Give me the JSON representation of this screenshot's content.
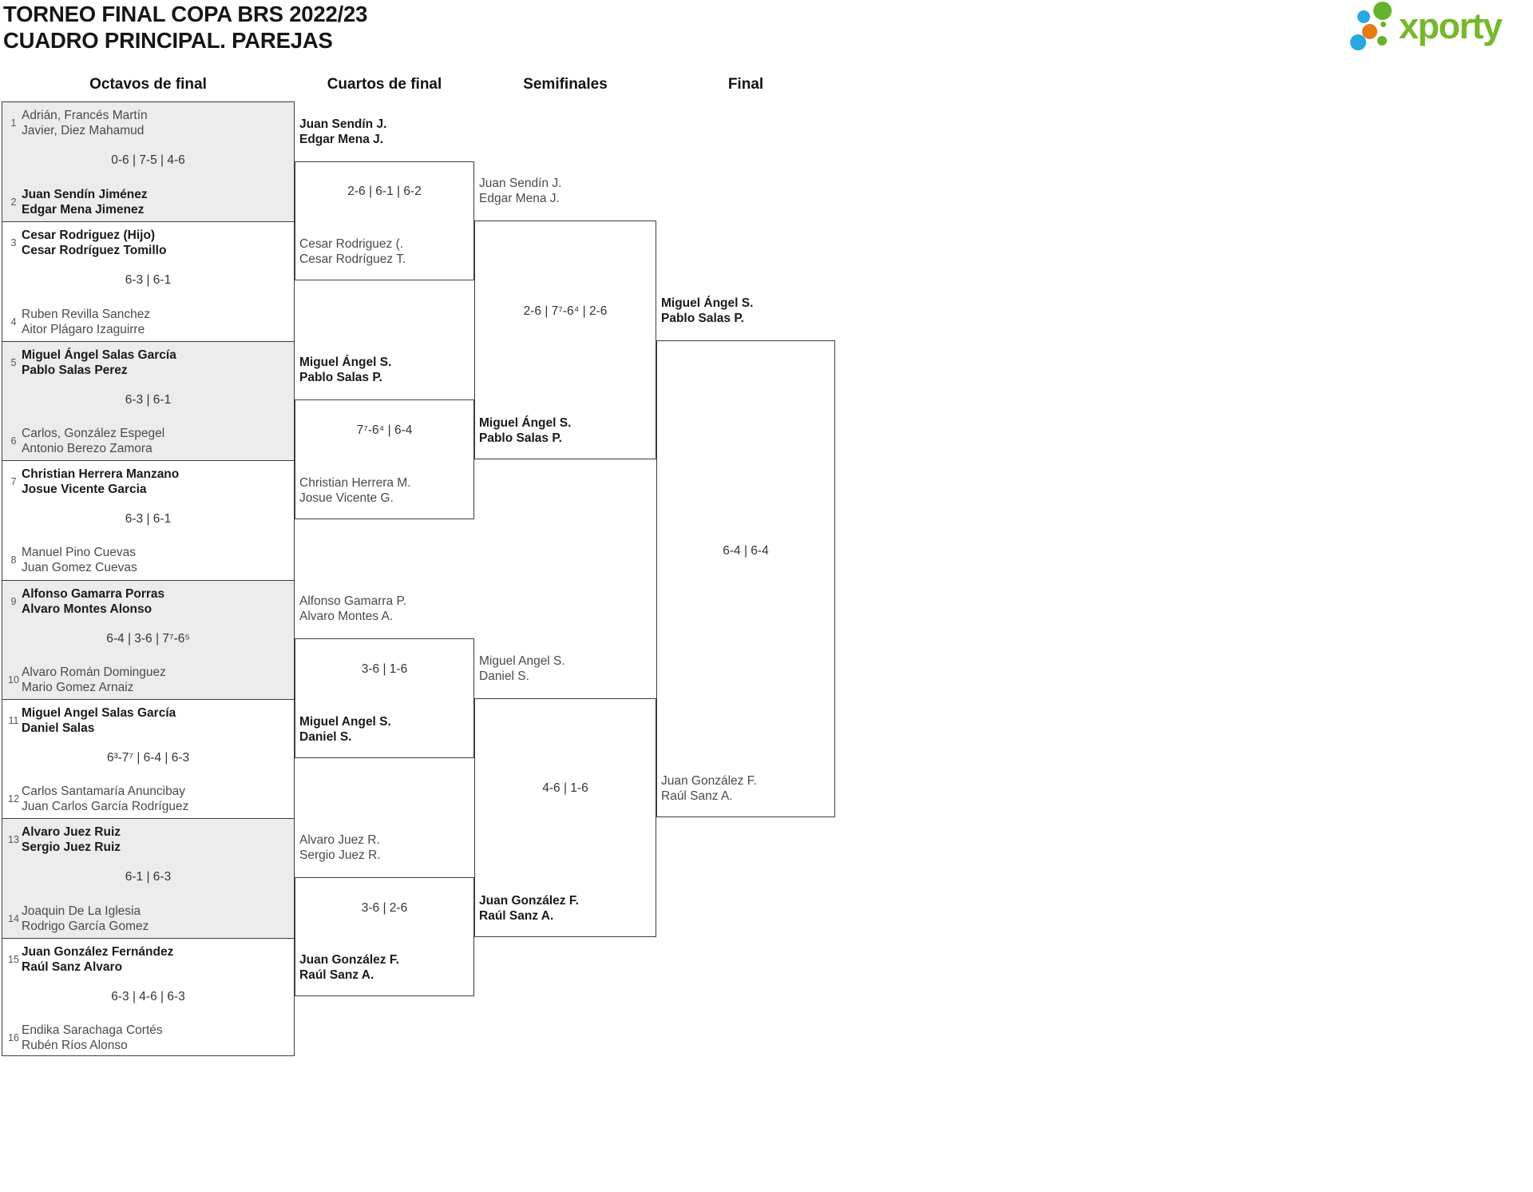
{
  "title": {
    "line1": "TORNEO FINAL COPA BRS 2022/23",
    "line2": "CUADRO PRINCIPAL. PAREJAS"
  },
  "logo": {
    "text": "xporty",
    "colors": {
      "green": "#64b32d",
      "text_green": "#76b82d",
      "blue": "#29a7e1",
      "orange": "#e87a10"
    }
  },
  "rounds": {
    "octavos": "Octavos de final",
    "cuartos": "Cuartos de final",
    "semifinales": "Semifinales",
    "final": "Final"
  },
  "octavos": [
    {
      "score": "0-6 | 7-5 | 4-6",
      "top": {
        "seed": "1",
        "names": "Adrián, Francés Martín\nJavier, Diez Mahamud",
        "winner": false
      },
      "bottom": {
        "seed": "2",
        "names": "Juan Sendín Jiménez\nEdgar Mena Jimenez",
        "winner": true
      }
    },
    {
      "score": "6-3 | 6-1",
      "top": {
        "seed": "3",
        "names": "Cesar Rodriguez (Hijo)\nCesar Rodríguez Tomillo",
        "winner": true
      },
      "bottom": {
        "seed": "4",
        "names": "Ruben Revilla Sanchez\nAitor Plágaro Izaguirre",
        "winner": false
      }
    },
    {
      "score": "6-3 | 6-1",
      "top": {
        "seed": "5",
        "names": "Miguel Ángel Salas García\nPablo Salas Perez",
        "winner": true
      },
      "bottom": {
        "seed": "6",
        "names": "Carlos, González Espegel\nAntonio Berezo Zamora",
        "winner": false
      }
    },
    {
      "score": "6-3 | 6-1",
      "top": {
        "seed": "7",
        "names": "Christian Herrera Manzano\nJosue Vicente Garcia",
        "winner": true
      },
      "bottom": {
        "seed": "8",
        "names": "Manuel Pino Cuevas\nJuan Gomez Cuevas",
        "winner": false
      }
    },
    {
      "score": "6-4 | 3-6 | 7⁷-6⁵",
      "top": {
        "seed": "9",
        "names": "Alfonso Gamarra Porras\nAlvaro Montes Alonso",
        "winner": true
      },
      "bottom": {
        "seed": "10",
        "names": "Alvaro Román Dominguez\nMario Gomez Arnaiz",
        "winner": false
      }
    },
    {
      "score": "6³-7⁷ | 6-4 | 6-3",
      "top": {
        "seed": "11",
        "names": "Miguel Angel Salas García\nDaniel Salas",
        "winner": true
      },
      "bottom": {
        "seed": "12",
        "names": "Carlos Santamaría Anuncibay\nJuan Carlos García Rodríguez",
        "winner": false
      }
    },
    {
      "score": "6-1 | 6-3",
      "top": {
        "seed": "13",
        "names": "Alvaro Juez Ruiz\nSergio Juez Ruiz",
        "winner": true
      },
      "bottom": {
        "seed": "14",
        "names": "Joaquin De La Iglesia\nRodrigo García Gomez",
        "winner": false
      }
    },
    {
      "score": "6-3 | 4-6 | 6-3",
      "top": {
        "seed": "15",
        "names": "Juan González Fernández\nRaúl Sanz Alvaro",
        "winner": true
      },
      "bottom": {
        "seed": "16",
        "names": "Endika Sarachaga Cortés\nRubén Ríos Alonso",
        "winner": false
      }
    }
  ],
  "cuartos": [
    {
      "score": "2-6 | 6-1 | 6-2",
      "top": {
        "names": "Juan Sendín J.\nEdgar Mena J.",
        "winner": true
      },
      "bottom": {
        "names": "Cesar Rodriguez (.\nCesar Rodríguez T.",
        "winner": false
      }
    },
    {
      "score": "7⁷-6⁴ | 6-4",
      "top": {
        "names": "Miguel Ángel S.\nPablo Salas P.",
        "winner": true
      },
      "bottom": {
        "names": "Christian Herrera M.\nJosue Vicente G.",
        "winner": false
      }
    },
    {
      "score": "3-6 | 1-6",
      "top": {
        "names": "Alfonso Gamarra P.\nAlvaro Montes A.",
        "winner": false
      },
      "bottom": {
        "names": "Miguel Angel S.\nDaniel S.",
        "winner": true
      }
    },
    {
      "score": "3-6 | 2-6",
      "top": {
        "names": "Alvaro Juez R.\nSergio Juez R.",
        "winner": false
      },
      "bottom": {
        "names": "Juan González F.\nRaúl Sanz A.",
        "winner": true
      }
    }
  ],
  "semifinales": [
    {
      "score": "2-6 | 7⁷-6⁴ | 2-6",
      "top": {
        "names": "Juan Sendín J.\nEdgar Mena J.",
        "winner": false
      },
      "bottom": {
        "names": "Miguel Ángel S.\nPablo Salas P.",
        "winner": true
      }
    },
    {
      "score": "4-6 | 1-6",
      "top": {
        "names": "Miguel Angel S.\nDaniel S.",
        "winner": false
      },
      "bottom": {
        "names": "Juan González F.\nRaúl Sanz A.",
        "winner": true
      }
    }
  ],
  "final": {
    "score": "6-4 | 6-4",
    "top": {
      "names": "Miguel Ángel S.\nPablo Salas P.",
      "winner": true
    },
    "bottom": {
      "names": "Juan González F.\nRaúl Sanz A.",
      "winner": false
    }
  }
}
